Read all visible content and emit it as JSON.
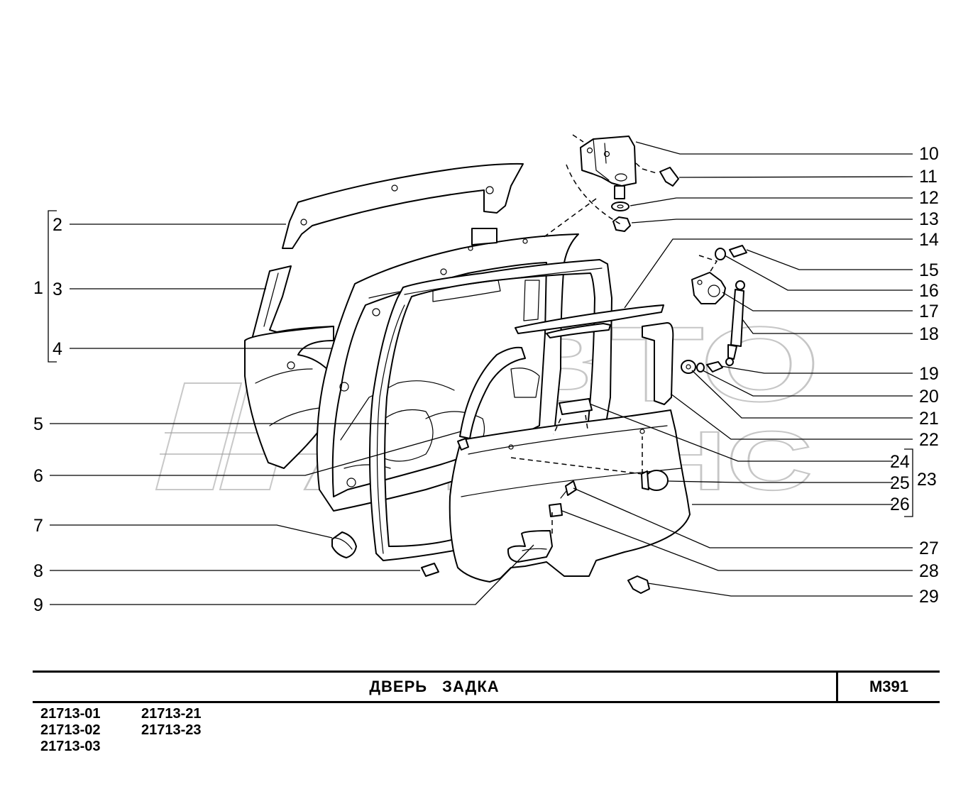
{
  "sheet": {
    "title": "ДВЕРЬ ЗАДКА",
    "code": "M391"
  },
  "models": [
    "21713-01",
    "21713-21",
    "21713-02",
    "21713-23",
    "21713-03"
  ],
  "callouts": [
    "1",
    "2",
    "3",
    "4",
    "5",
    "6",
    "7",
    "8",
    "9",
    "10",
    "11",
    "12",
    "13",
    "14",
    "15",
    "16",
    "17",
    "18",
    "19",
    "20",
    "21",
    "22",
    "23",
    "24",
    "25",
    "26",
    "27",
    "28",
    "29"
  ],
  "watermark": {
    "logo_top": "АВТО",
    "logo_bottom": "АЛЬЯНС"
  },
  "colors": {
    "line": "#000000",
    "background": "#ffffff",
    "watermark": "#9a9a9a"
  }
}
